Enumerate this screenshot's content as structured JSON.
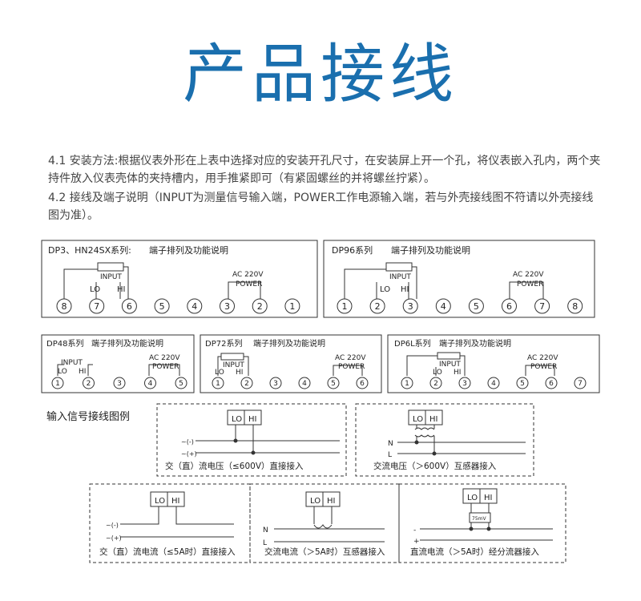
{
  "title": "产品接线",
  "para1": "4.1 安装方法:根据仪表外形在上表中选择对应的安装开孔尺寸，在安装屏上开一个孔，将仪表嵌入孔内，两个夹持件放入仪表壳体的夹持槽内，用手推紧即可（有紧固螺丝的并将螺丝拧紧）。",
  "para2": "4.2 接线及端子说明（INPUT为测量信号输入端，POWER工作电源输入端，若与外壳接线图不符请以外壳接线图为准）。",
  "heading_common": "端子排列及功能说明",
  "input_label": "INPUT",
  "lo": "LO",
  "hi": "HI",
  "ac220": "AC 220V",
  "power": "POWER",
  "boxes": {
    "dp3": {
      "series": "DP3、HN24SX系列:",
      "terminals": [
        "8",
        "7",
        "6",
        "5",
        "4",
        "3",
        "2",
        "1"
      ]
    },
    "dp96": {
      "series": "DP96系列",
      "terminals": [
        "1",
        "2",
        "3",
        "4",
        "5",
        "6",
        "7",
        "8"
      ]
    },
    "dp48": {
      "series": "DP48系列",
      "terminals": [
        "1",
        "2",
        "3",
        "4",
        "5"
      ]
    },
    "dp72": {
      "series": "DP72系列",
      "terminals": [
        "1",
        "2",
        "3",
        "4",
        "5",
        "6"
      ]
    },
    "dp6l": {
      "series": "DP6L系列",
      "terminals": [
        "1",
        "2",
        "3",
        "4",
        "5",
        "6",
        "7"
      ]
    }
  },
  "signal_heading": "输入信号接线图例",
  "wiring": {
    "minus": "~(-)",
    "plus": "~(+)",
    "n": "N",
    "l": "L",
    "dc_minus": "-",
    "dc_plus": "+",
    "shunt": "75mV",
    "cap1": "交（直）流电压（≤600V）直接接入",
    "cap2": "交流电压（＞600V）互感器接入",
    "cap3": "交（直）流电流（≤5A时）直接接入",
    "cap4": "交流电流（＞5A时）互感器接入",
    "cap5": "直流电流（＞5A时）经分流器接入"
  },
  "colors": {
    "title": "#1a6fae",
    "line": "#333333"
  }
}
